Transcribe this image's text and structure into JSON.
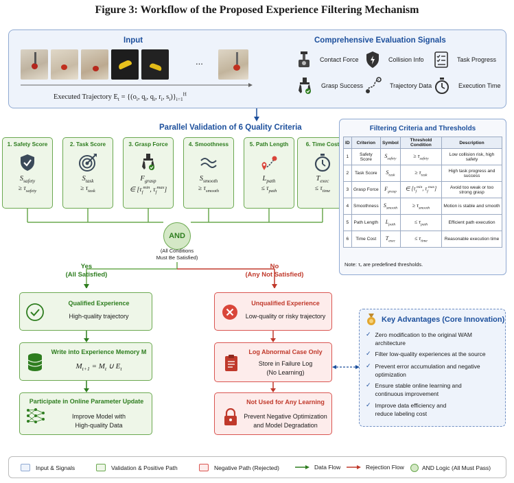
{
  "title": "Figure 3: Workflow of the Proposed Experience Filtering Mechanism",
  "input": {
    "heading": "Input",
    "ellipsis": "...",
    "trajectory_label": "Executed Trajectory E_t = {(o_i, q_i, q_i, r_i, s_i)}_{i=1}^H"
  },
  "signals": {
    "heading": "Comprehensive Evaluation Signals",
    "items": [
      {
        "label": "Contact Force",
        "icon": "gauge-icon"
      },
      {
        "label": "Collision Info",
        "icon": "shield-icon"
      },
      {
        "label": "Task Progress",
        "icon": "checklist-icon"
      },
      {
        "label": "Grasp Success",
        "icon": "gripper-icon"
      },
      {
        "label": "Trajectory Data",
        "icon": "trajectory-icon"
      },
      {
        "label": "Execution Time",
        "icon": "stopwatch-icon"
      }
    ]
  },
  "validation": {
    "heading": "Parallel Validation of 6 Quality Criteria",
    "criteria": [
      {
        "title": "1. Safety Score",
        "symbol": "S_safety",
        "threshold": "≥ τ_safety",
        "icon": "shield-check-icon"
      },
      {
        "title": "2. Task Score",
        "symbol": "S_task",
        "threshold": "≥ τ_task",
        "icon": "target-icon"
      },
      {
        "title": "3. Grasp Force",
        "symbol": "F_grasp",
        "threshold": "∈ [τ_f^min, τ_f^max]",
        "icon": "gripper-icon"
      },
      {
        "title": "4. Smoothness",
        "symbol": "S_smooth",
        "threshold": "≥ τ_smooth",
        "icon": "wave-icon"
      },
      {
        "title": "5. Path Length",
        "symbol": "L_path",
        "threshold": "≤ τ_path",
        "icon": "path-icon"
      },
      {
        "title": "6. Time Cost",
        "symbol": "T_exec",
        "threshold": "≤ τ_time",
        "icon": "clock-icon"
      }
    ],
    "and_label": "AND",
    "and_note_1": "(All Conditions",
    "and_note_2": "Must Be Satisfied)"
  },
  "table": {
    "heading": "Filtering Criteria and Thresholds",
    "columns": [
      "ID",
      "Criterion",
      "Symbol",
      "Threshold Condition",
      "Description"
    ],
    "rows": [
      {
        "id": "1",
        "criterion": "Safety Score",
        "symbol": "S_safety",
        "threshold": "≥ τ_safety",
        "description": "Low collision risk, high safety"
      },
      {
        "id": "2",
        "criterion": "Task Score",
        "symbol": "S_task",
        "threshold": "≥ τ_task",
        "description": "High task progress and success"
      },
      {
        "id": "3",
        "criterion": "Grasp Force",
        "symbol": "F_grasp",
        "threshold": "∈ [τ_f^min, τ_f^max]",
        "description": "Avoid too weak or too strong grasp"
      },
      {
        "id": "4",
        "criterion": "Smoothness",
        "symbol": "S_smooth",
        "threshold": "≥ τ_smooth",
        "description": "Motion is stable and smooth"
      },
      {
        "id": "5",
        "criterion": "Path Length",
        "symbol": "L_path",
        "threshold": "≤ τ_path",
        "description": "Efficient path execution"
      },
      {
        "id": "6",
        "criterion": "Time Cost",
        "symbol": "T_exec",
        "threshold": "≤ τ_time",
        "description": "Reasonable execution time"
      }
    ],
    "note": "Note: τ_* are predefined thresholds."
  },
  "yes_branch": {
    "label": "Yes",
    "sub": "(All Satisfied)",
    "qualified_title": "Qualified Experience",
    "qualified_text": "High-quality trajectory",
    "memory_title": "Write into Experience Memory M",
    "memory_formula": "M_{t+1} = M_t ∪ E_t",
    "update_title": "Participate in Online Parameter Update",
    "update_text_1": "Improve Model with",
    "update_text_2": "High-quality Data"
  },
  "no_branch": {
    "label": "No",
    "sub": "(Any Not Satisfied)",
    "unqualified_title": "Unqualified Experience",
    "unqualified_text": "Low-quality or risky trajectory",
    "log_title": "Log Abnormal Case Only",
    "log_text_1": "Store in Failure Log",
    "log_text_2": "(No Learning)",
    "notused_title": "Not Used for Any Learning",
    "notused_text_1": "Prevent Negative Optimization",
    "notused_text_2": "and Model Degradation"
  },
  "advantages": {
    "heading": "Key Advantages (Core Innovation)",
    "items": [
      [
        "Zero modification to the original WAM",
        "architecture"
      ],
      [
        "Filter low-quality experiences at the source"
      ],
      [
        "Prevent error accumulation and negative",
        "optimization"
      ],
      [
        "Ensure stable online learning and",
        "continuous improvement"
      ],
      [
        "Improve data efficiency and",
        "reduce labeling cost"
      ]
    ]
  },
  "legend": {
    "input": "Input & Signals",
    "validation": "Validation & Positive Path",
    "negative": "Negative Path (Rejected)",
    "data_flow": "Data Flow",
    "rejection_flow": "Rejection Flow",
    "and_logic": "AND Logic (All Must Pass)"
  },
  "colors": {
    "blue": "#1c4f9c",
    "green": "#2e7d1f",
    "red": "#c0392b"
  }
}
